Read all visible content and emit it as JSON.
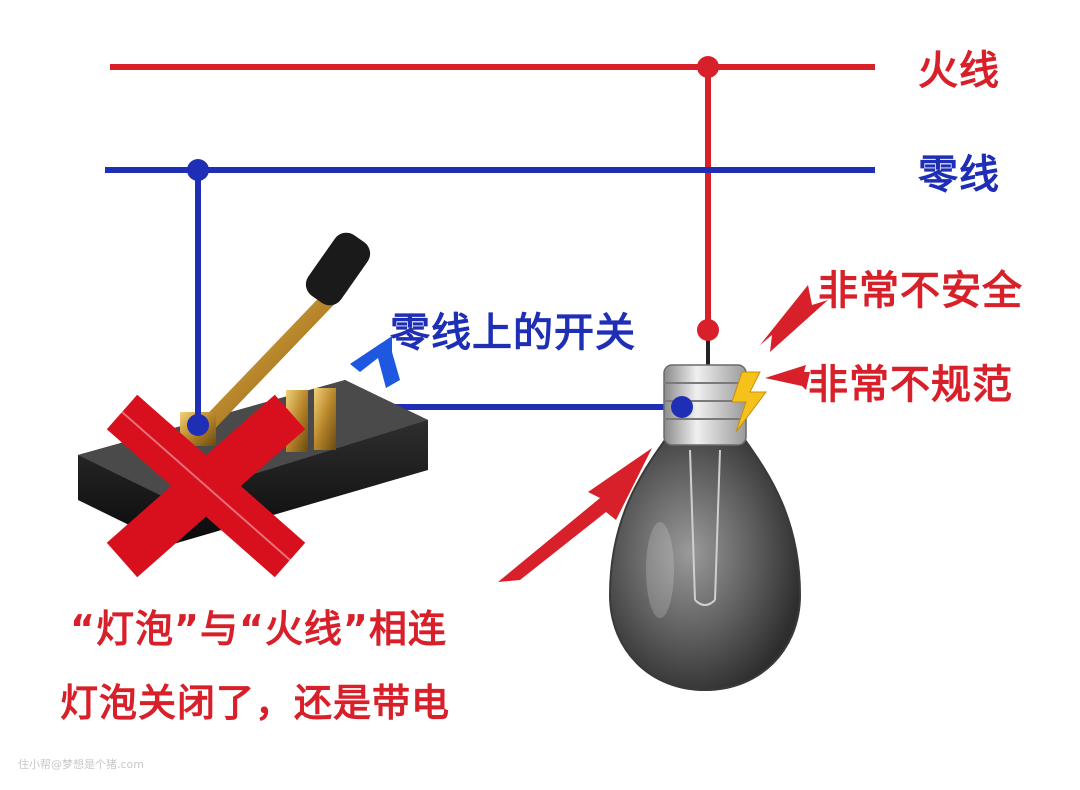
{
  "labels": {
    "live_wire": "火线",
    "neutral_wire": "零线",
    "switch_on_neutral": "零线上的开关",
    "very_unsafe": "非常不安全",
    "very_nonstandard": "非常不规范",
    "bulb_connected_live": "“灯泡”与“火线”相连",
    "off_still_live": "灯泡关闭了，还是带电"
  },
  "watermark": "住小帮@梦想是个猪.com",
  "colors": {
    "live": "#d8202a",
    "neutral": "#1e2fb5",
    "cross": "#d8101e",
    "warning_text": "#d8202a"
  },
  "icons": [
    "knife-switch-icon",
    "light-bulb-icon",
    "cross-mark-icon",
    "spark-icon",
    "arrow-icon"
  ]
}
